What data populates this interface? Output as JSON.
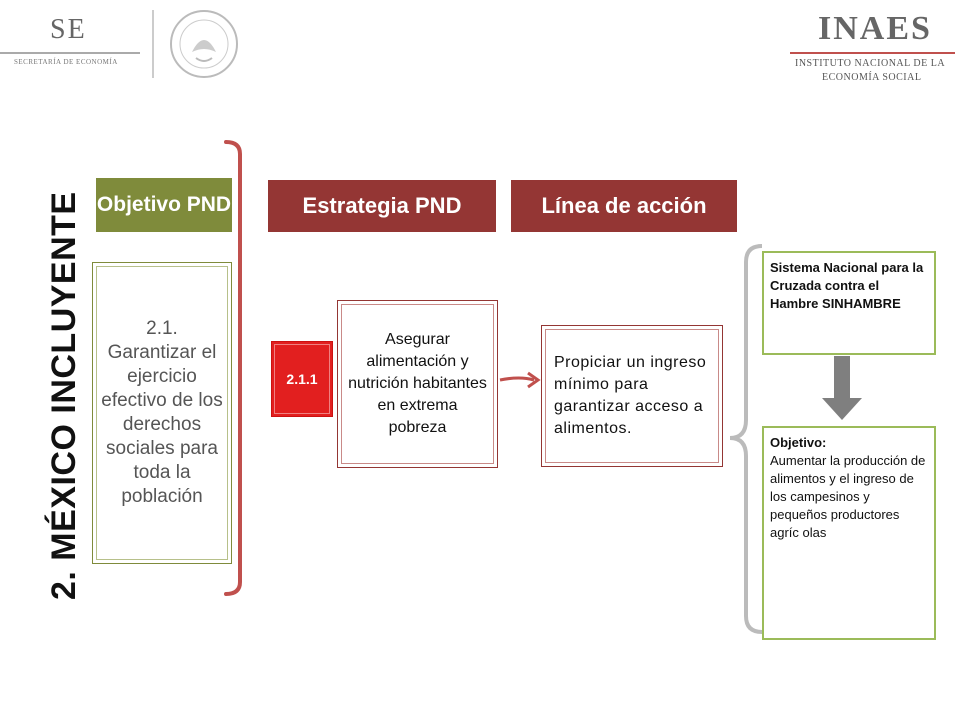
{
  "header": {
    "left_logo_text": "SE",
    "left_logo_subtitle": "SECRETARÍA DE ECONOMÍA",
    "right_logo_text": "INAES",
    "right_logo_subtitle_1": "INSTITUTO NACIONAL DE LA",
    "right_logo_subtitle_2": "ECONOMÍA SOCIAL"
  },
  "title": "2. MÉXICO INCLUYENTE",
  "columns": {
    "objetivo": "Objetivo PND",
    "estrategia": "Estrategia PND",
    "linea": "Línea de acción"
  },
  "objetivo_text": "2.1. Garantizar el ejercicio efectivo de los derechos sociales para toda la población",
  "estrategia_code": "2.1.1",
  "estrategia_text": "Asegurar alimentación y nutrición habitantes en extrema pobreza",
  "linea_text": "Propiciar un ingreso mínimo para garantizar acceso a alimentos.",
  "sistema_text": "Sistema Nacional para la Cruzada contra el Hambre SINHAMBRE",
  "objetivo_detail": {
    "label": "Objetivo:",
    "text": "Aumentar la producción de alimentos y el ingreso de los campesinos y pequeños productores agríc olas"
  },
  "colors": {
    "olive": "#7f8b3b",
    "maroon": "#943634",
    "red": "#e21f1f",
    "green": "#9bbb59",
    "bracket": "#c0504d"
  }
}
